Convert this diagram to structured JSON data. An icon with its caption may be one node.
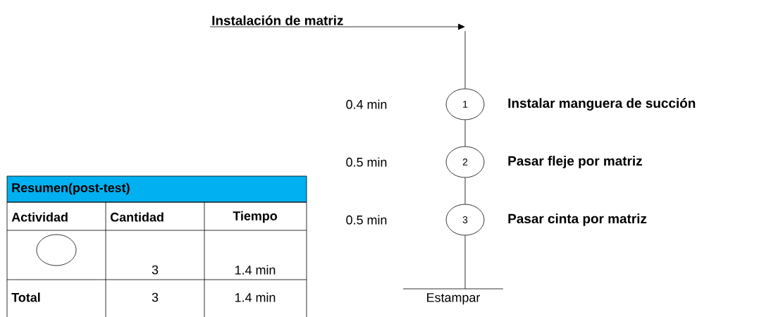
{
  "diagram": {
    "nodes": [
      {
        "text": [
          "Instalación de matriz"
        ]
      },
      {
        "text": [
          "1"
        ],
        "beside": [
          "Instalar manguera de succión"
        ]
      },
      {
        "text": [
          "2"
        ],
        "beside": [
          "Pasar fleje por matriz"
        ]
      },
      {
        "text": [
          "3"
        ],
        "beside": [
          "Pasar cinta por matriz"
        ]
      },
      {
        "text": [
          "Estampar"
        ]
      }
    ],
    "edges": [
      {
        "from": 0,
        "to": null,
        "arrow": "to"
      },
      {
        "from": null,
        "to": 1,
        "arrow": "none"
      },
      {
        "from": 1,
        "to": 2,
        "arrow": "none"
      },
      {
        "from": 2,
        "to": 3,
        "arrow": "none"
      },
      {
        "from": 3,
        "to": 4,
        "arrow": "none"
      }
    ],
    "labels": [
      "0.4 min",
      "0.5 min",
      "0.5 min",
      "Resumen(post-test)",
      "Actividad",
      "Cantidad",
      "Tiempo",
      "3",
      "1.4 min",
      "Total",
      "3",
      "1.4 min"
    ]
  }
}
